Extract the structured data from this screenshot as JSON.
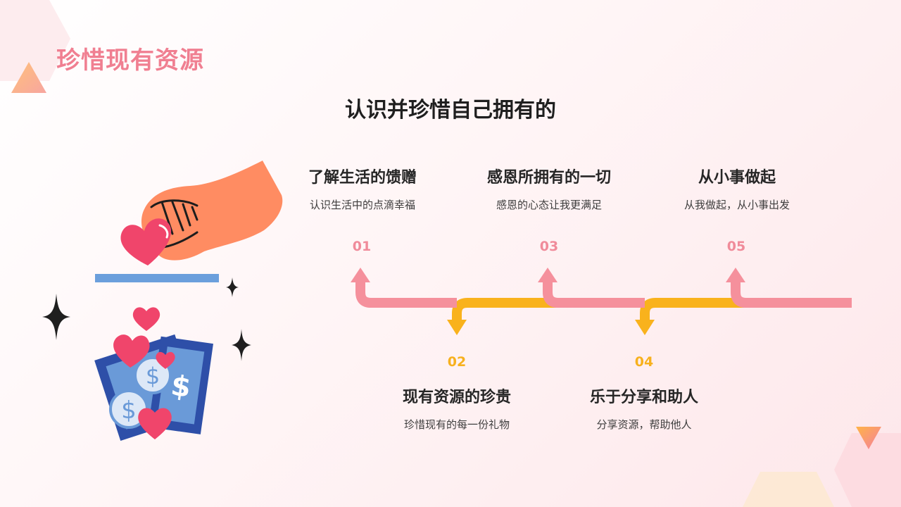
{
  "header": {
    "title": "珍惜现有资源"
  },
  "subtitle": "认识并珍惜自己拥有的",
  "steps": [
    {
      "number": "01",
      "title": "了解生活的馈赠",
      "description": "认识生活中的点滴幸福"
    },
    {
      "number": "02",
      "title": "现有资源的珍贵",
      "description": "珍惜现有的每一份礼物"
    },
    {
      "number": "03",
      "title": "感恩所拥有的一切",
      "description": "感恩的心态让我更满足"
    },
    {
      "number": "04",
      "title": "乐于分享和助人",
      "description": "分享资源，帮助他人"
    },
    {
      "number": "05",
      "title": "从小事做起",
      "description": "从我做起，从小事出发"
    }
  ],
  "colors": {
    "title_pink": "#f07f91",
    "arrow_pink": "#f5909c",
    "arrow_orange": "#f9b21c",
    "heart": "#f0456b",
    "hand": "#ff8c62",
    "money_blue": "#2e4fa8",
    "coin_blue": "#6a9ad8",
    "slot_blue": "#6b9fdc"
  },
  "icons": [
    "hand-heart-illustration",
    "sparkle-icon",
    "money-bills-icon",
    "coin-icon",
    "heart-icon",
    "triangle-icon",
    "hexagon-shape"
  ]
}
